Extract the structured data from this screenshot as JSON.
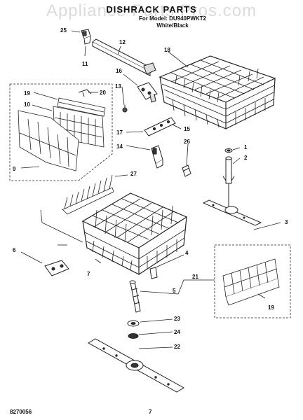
{
  "header": {
    "title": "DISHRACK PARTS",
    "parts_for": "For Model: DU940PWKT2",
    "color": "White/Black"
  },
  "watermark": "Appliance Parts Pros.com",
  "footer": {
    "code": "8270056",
    "page": "7"
  },
  "callouts": [
    "25",
    "11",
    "12",
    "16",
    "13",
    "18",
    "19",
    "20",
    "10",
    "15",
    "17",
    "14",
    "26",
    "27",
    "9",
    "1",
    "2",
    "3",
    "6",
    "4",
    "7",
    "21",
    "5",
    "19",
    "23",
    "24",
    "22"
  ]
}
